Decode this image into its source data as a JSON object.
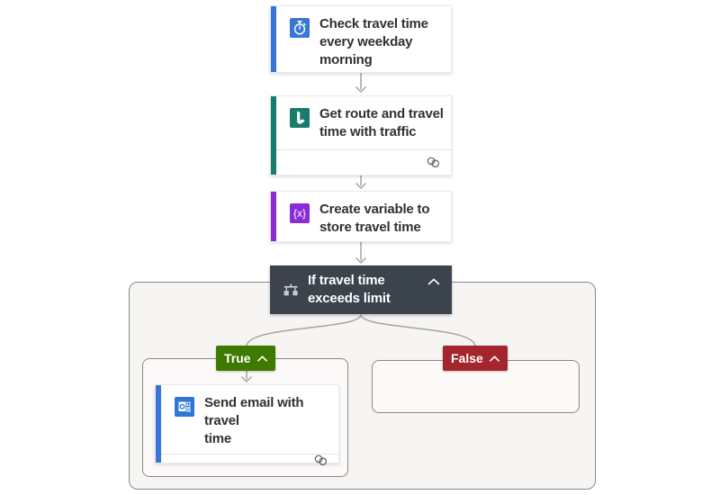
{
  "colors": {
    "recurrence_blue": "#3776d6",
    "bing_teal": "#177c6e",
    "variable_purple": "#8a2bd6",
    "outlook_blue": "#2d78d6",
    "condition_dark": "#3b434d",
    "true_green": "#3f7a00",
    "false_red": "#a4262c",
    "connector_gray": "#a6a4a2",
    "scope_background": "#f6f5f3"
  },
  "cards": {
    "recurrence": {
      "title": "Check travel time every weekday morning",
      "title_lines": [
        "Check travel time",
        "every weekday",
        "morning"
      ],
      "icon": "stopwatch-icon"
    },
    "bing": {
      "title": "Get route and travel time with traffic",
      "title_lines": [
        "Get route and travel",
        "time with traffic"
      ],
      "icon": "bing-icon",
      "has_connection_badge": true
    },
    "variable": {
      "title": "Create variable to store travel time",
      "title_lines": [
        "Create variable to",
        "store travel time"
      ],
      "icon": "variable-icon",
      "icon_glyph": "{x}"
    },
    "condition": {
      "title": "If travel time exceeds limit",
      "title_lines": [
        "If travel time",
        "exceeds limit"
      ],
      "icon": "condition-icon"
    },
    "send_email": {
      "title": "Send email with travel time",
      "title_lines": [
        "Send email with travel",
        "time"
      ],
      "icon": "outlook-icon",
      "has_connection_badge": true
    }
  },
  "branches": {
    "true_label": "True",
    "false_label": "False"
  }
}
